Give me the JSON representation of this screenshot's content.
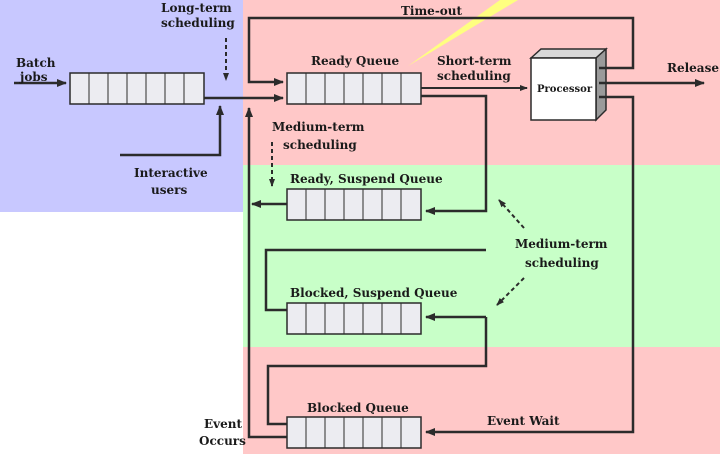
{
  "regions": {
    "long_term_color": "#c8c8ff",
    "short_term_color": "#ffc8c8",
    "medium_term_color": "#c8ffc8"
  },
  "labels": {
    "batch_jobs_line1": "Batch",
    "batch_jobs_line2": "jobs",
    "long_term_line1": "Long-term",
    "long_term_line2": "scheduling",
    "time_out": "Time-out",
    "ready_queue": "Ready Queue",
    "short_term_line1": "Short-term",
    "short_term_line2": "scheduling",
    "processor": "Processor",
    "release": "Release",
    "medium_term_top_line1": "Medium-term",
    "medium_term_top_line2": "scheduling",
    "interactive_line1": "Interactive",
    "interactive_line2": "users",
    "ready_suspend_queue": "Ready, Suspend Queue",
    "medium_term_right_line1": "Medium-term",
    "medium_term_right_line2": "scheduling",
    "blocked_suspend_queue": "Blocked, Suspend Queue",
    "blocked_queue": "Blocked Queue",
    "event_wait": "Event Wait",
    "event_occurs_line1": "Event",
    "event_occurs_line2": "Occurs"
  }
}
